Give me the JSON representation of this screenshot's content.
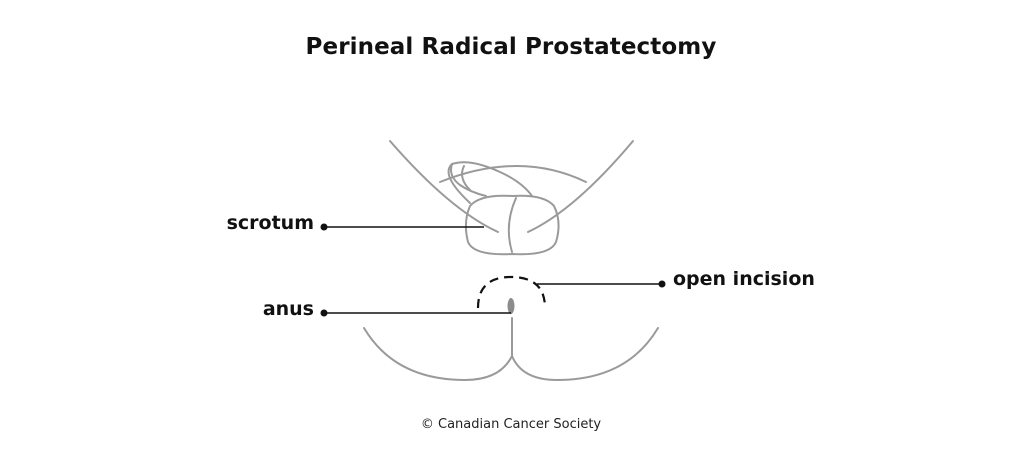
{
  "title": "Perineal Radical Prostatectomy",
  "labels": {
    "scrotum": "scrotum",
    "anus": "anus",
    "incision": "open incision"
  },
  "credit": "© Canadian Cancer Society",
  "colors": {
    "outline": "#9a9a9a",
    "leader": "#111111",
    "anus_fill": "#8c8c8c"
  }
}
